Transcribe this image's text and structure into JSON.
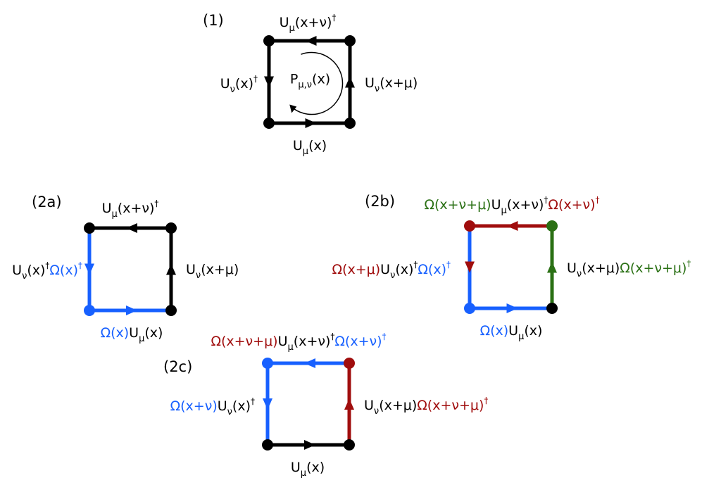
{
  "colors": {
    "black": "#000000",
    "blue": "#1760ff",
    "red": "#a00d0d",
    "green": "#2a7014"
  },
  "panels": [
    {
      "id": "1",
      "label": "(1)",
      "corners": {
        "top_left": "black",
        "top_right": "black",
        "bottom_left": "black",
        "bottom_right": "black"
      },
      "edges": {
        "top": "black",
        "right": "black",
        "bottom": "black",
        "left": "black"
      },
      "circulation_label": [
        {
          "t": "P",
          "c": "black"
        },
        {
          "t": "μ,ν",
          "c": "black",
          "s": "sub"
        },
        {
          "t": "(x)",
          "c": "black"
        }
      ],
      "labels": {
        "top": [
          {
            "t": "U",
            "c": "black"
          },
          {
            "t": "μ",
            "c": "black",
            "s": "sub"
          },
          {
            "t": "(x+ν)",
            "c": "black"
          },
          {
            "t": "†",
            "c": "black",
            "s": "sup"
          }
        ],
        "left": [
          {
            "t": "U",
            "c": "black"
          },
          {
            "t": "ν",
            "c": "black",
            "s": "sub"
          },
          {
            "t": "(x)",
            "c": "black"
          },
          {
            "t": "†",
            "c": "black",
            "s": "sup"
          }
        ],
        "right": [
          {
            "t": "U",
            "c": "black"
          },
          {
            "t": "ν",
            "c": "black",
            "s": "sub"
          },
          {
            "t": "(x+μ)",
            "c": "black"
          }
        ],
        "bottom": [
          {
            "t": "U",
            "c": "black"
          },
          {
            "t": "μ",
            "c": "black",
            "s": "sub"
          },
          {
            "t": "(x)",
            "c": "black"
          }
        ]
      }
    },
    {
      "id": "2a",
      "label": "(2a)",
      "corners": {
        "top_left": "black",
        "top_right": "black",
        "bottom_left": "blue",
        "bottom_right": "black"
      },
      "edges": {
        "top": "black",
        "right": "black",
        "bottom": "blue",
        "left": "blue"
      },
      "labels": {
        "top": [
          {
            "t": "U",
            "c": "black"
          },
          {
            "t": "μ",
            "c": "black",
            "s": "sub"
          },
          {
            "t": "(x+ν)",
            "c": "black"
          },
          {
            "t": "†",
            "c": "black",
            "s": "sup"
          }
        ],
        "left": [
          {
            "t": "U",
            "c": "black"
          },
          {
            "t": "ν",
            "c": "black",
            "s": "sub"
          },
          {
            "t": "(x)",
            "c": "black"
          },
          {
            "t": "†",
            "c": "black",
            "s": "sup"
          },
          {
            "t": "Ω(x)",
            "c": "blue"
          },
          {
            "t": "†",
            "c": "blue",
            "s": "sup"
          }
        ],
        "right": [
          {
            "t": "U",
            "c": "black"
          },
          {
            "t": "ν",
            "c": "black",
            "s": "sub"
          },
          {
            "t": "(x+μ)",
            "c": "black"
          }
        ],
        "bottom": [
          {
            "t": "Ω(x)",
            "c": "blue"
          },
          {
            "t": "U",
            "c": "black"
          },
          {
            "t": "μ",
            "c": "black",
            "s": "sub"
          },
          {
            "t": "(x)",
            "c": "black"
          }
        ]
      }
    },
    {
      "id": "2b",
      "label": "(2b)",
      "corners": {
        "top_left": "red",
        "top_right": "green",
        "bottom_left": "blue",
        "bottom_right": "black"
      },
      "edges": {
        "top": "red",
        "right": "green",
        "bottom": "blue",
        "left": "blue"
      },
      "arrow_colors": {
        "left": "red"
      },
      "labels": {
        "top": [
          {
            "t": "Ω(x+ν+μ)",
            "c": "green"
          },
          {
            "t": "U",
            "c": "black"
          },
          {
            "t": "μ",
            "c": "black",
            "s": "sub"
          },
          {
            "t": "(x+ν)",
            "c": "black"
          },
          {
            "t": "†",
            "c": "black",
            "s": "sup"
          },
          {
            "t": "Ω(x+ν)",
            "c": "red"
          },
          {
            "t": "†",
            "c": "red",
            "s": "sup"
          }
        ],
        "left": [
          {
            "t": "Ω(x+μ)",
            "c": "red"
          },
          {
            "t": "U",
            "c": "black"
          },
          {
            "t": "ν",
            "c": "black",
            "s": "sub"
          },
          {
            "t": "(x)",
            "c": "black"
          },
          {
            "t": "†",
            "c": "black",
            "s": "sup"
          },
          {
            "t": "Ω(x)",
            "c": "blue"
          },
          {
            "t": "†",
            "c": "blue",
            "s": "sup"
          }
        ],
        "right": [
          {
            "t": "U",
            "c": "black"
          },
          {
            "t": "ν",
            "c": "black",
            "s": "sub"
          },
          {
            "t": "(x+μ)",
            "c": "black"
          },
          {
            "t": "Ω(x+ν+μ)",
            "c": "green"
          },
          {
            "t": "†",
            "c": "green",
            "s": "sup"
          }
        ],
        "bottom": [
          {
            "t": "Ω(x)",
            "c": "blue"
          },
          {
            "t": "U",
            "c": "black"
          },
          {
            "t": "μ",
            "c": "black",
            "s": "sub"
          },
          {
            "t": "(x)",
            "c": "black"
          }
        ]
      }
    },
    {
      "id": "2c",
      "label": "(2c)",
      "corners": {
        "top_left": "blue",
        "top_right": "red",
        "bottom_left": "black",
        "bottom_right": "black"
      },
      "edges": {
        "top": "blue",
        "right": "red",
        "bottom": "black",
        "left": "blue"
      },
      "labels": {
        "top": [
          {
            "t": "Ω(x+ν+μ)",
            "c": "red"
          },
          {
            "t": "U",
            "c": "black"
          },
          {
            "t": "μ",
            "c": "black",
            "s": "sub"
          },
          {
            "t": "(x+ν)",
            "c": "black"
          },
          {
            "t": "†",
            "c": "black",
            "s": "sup"
          },
          {
            "t": "Ω(x+ν)",
            "c": "blue"
          },
          {
            "t": "†",
            "c": "blue",
            "s": "sup"
          }
        ],
        "left": [
          {
            "t": "Ω(x+ν)",
            "c": "blue"
          },
          {
            "t": "U",
            "c": "black"
          },
          {
            "t": "ν",
            "c": "black",
            "s": "sub"
          },
          {
            "t": "(x)",
            "c": "black"
          },
          {
            "t": "†",
            "c": "black",
            "s": "sup"
          }
        ],
        "right": [
          {
            "t": "U",
            "c": "black"
          },
          {
            "t": "ν",
            "c": "black",
            "s": "sub"
          },
          {
            "t": "(x+μ)",
            "c": "black"
          },
          {
            "t": "Ω(x+ν+μ)",
            "c": "red"
          },
          {
            "t": "†",
            "c": "red",
            "s": "sup"
          }
        ],
        "bottom": [
          {
            "t": "U",
            "c": "black"
          },
          {
            "t": "μ",
            "c": "black",
            "s": "sub"
          },
          {
            "t": "(x)",
            "c": "black"
          }
        ]
      }
    }
  ]
}
